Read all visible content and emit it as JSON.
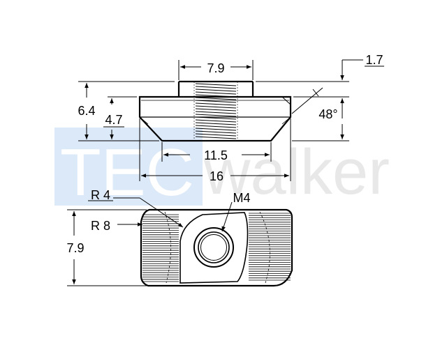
{
  "watermark": {
    "text_part1": "TEC",
    "text_part2": "walker",
    "box_color": "#dce9f8",
    "tec_color": "#ffffff",
    "walker_color": "#e8e8e8"
  },
  "side_view": {
    "dim_top_width": "7.9",
    "dim_collar_height": "1.7",
    "dim_total_height": "6.4",
    "dim_body_height": "4.7",
    "dim_angle": "48°",
    "dim_bottom_width": "11.5",
    "dim_overall_width": "16"
  },
  "top_view": {
    "dim_radius_small": "R 4",
    "dim_radius_large": "R 8",
    "dim_thread": "M4",
    "dim_height": "7.9"
  },
  "colors": {
    "line": "#000000",
    "background": "#ffffff"
  }
}
